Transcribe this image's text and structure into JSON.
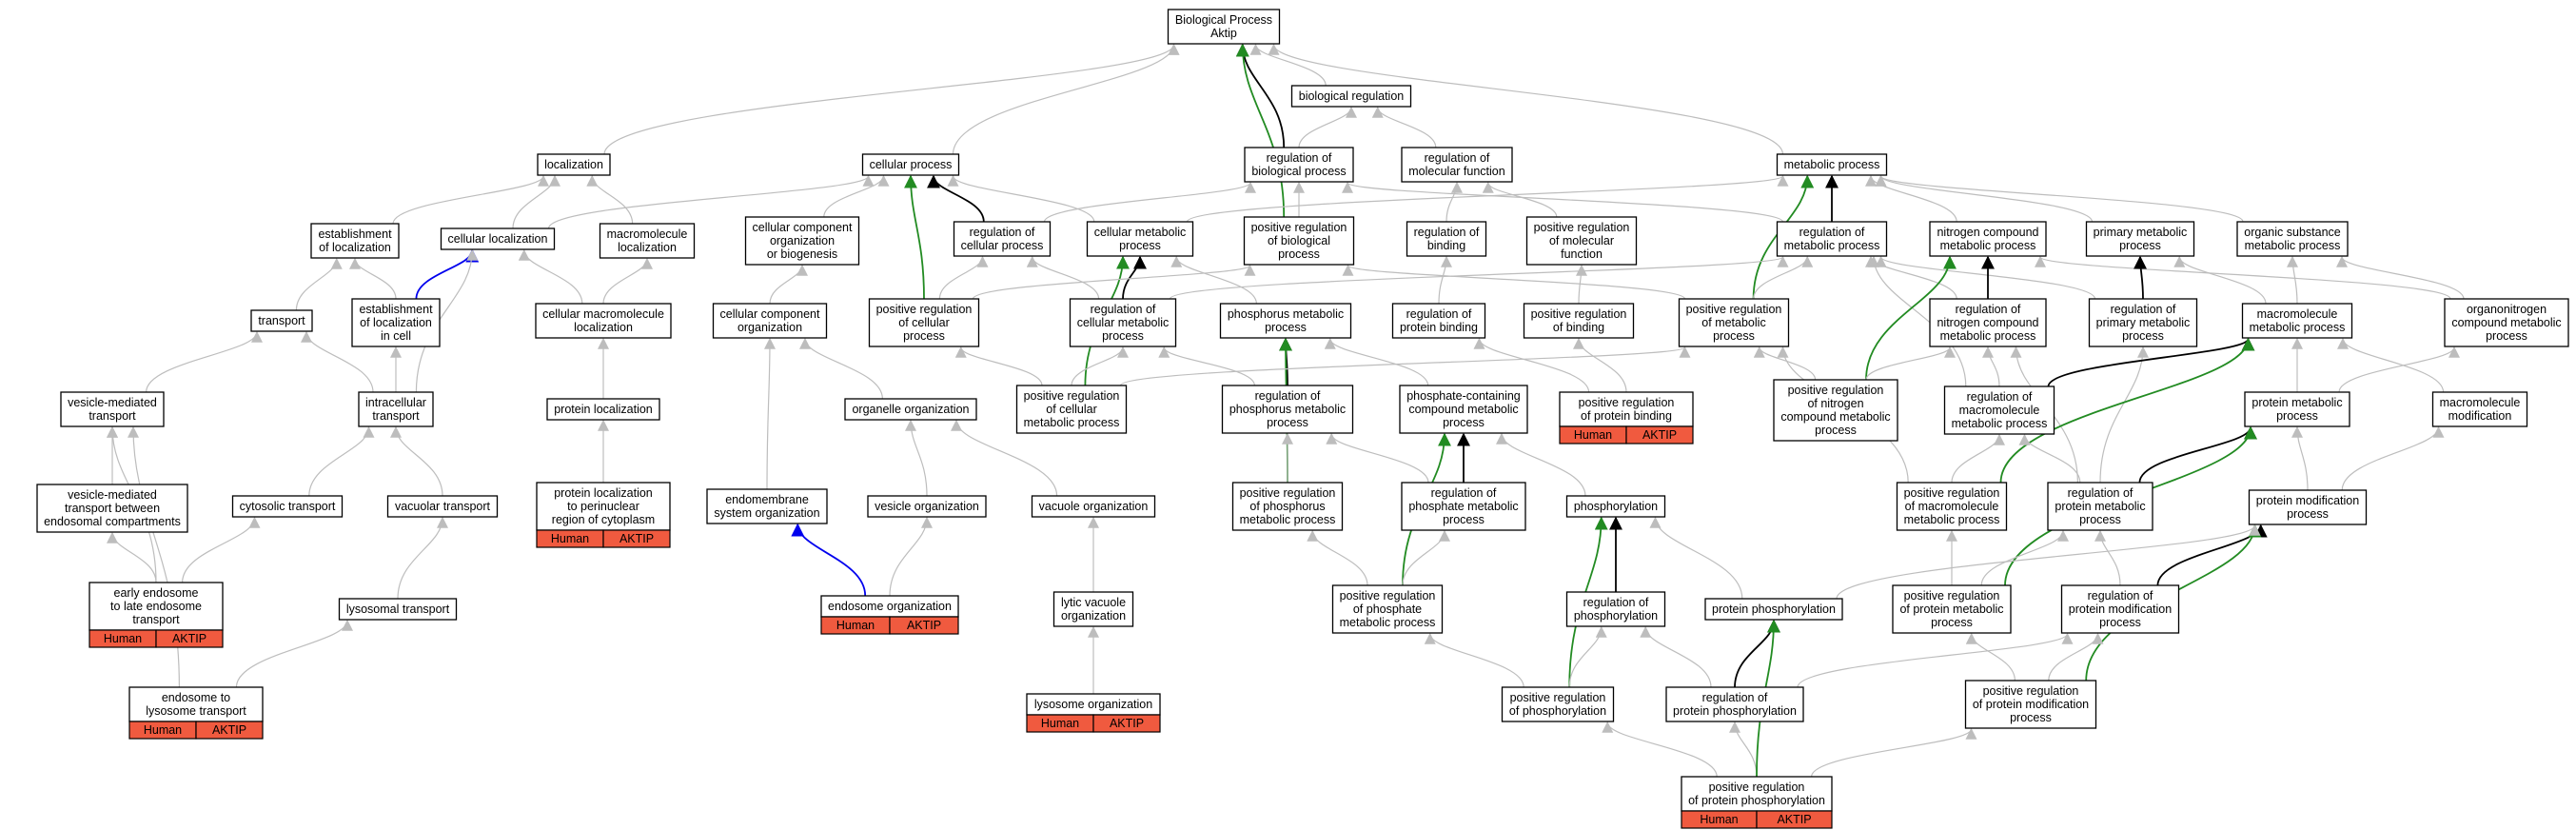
{
  "title": "Biological Process\nAktip",
  "colors": {
    "edge_default": "#bdbdbd",
    "edge_is_a": "#000000",
    "edge_positively_regulates": "#228b22",
    "edge_part_of": "#0000ee",
    "annotation_fill": "#f05a3f"
  },
  "nodes": [
    {
      "id": "root",
      "label": "Biological Process\nAktip"
    },
    {
      "id": "bioreg",
      "label": "biological regulation"
    },
    {
      "id": "loc",
      "label": "localization"
    },
    {
      "id": "cellproc",
      "label": "cellular process"
    },
    {
      "id": "regbio",
      "label": "regulation of\nbiological process"
    },
    {
      "id": "regmolfn",
      "label": "regulation of\nmolecular function"
    },
    {
      "id": "metab",
      "label": "metabolic process"
    },
    {
      "id": "estloc",
      "label": "establishment\nof localization"
    },
    {
      "id": "cellloc",
      "label": "cellular localization"
    },
    {
      "id": "macroloc",
      "label": "macromolecule\nlocalization"
    },
    {
      "id": "ccorg",
      "label": "cellular component\norganization\nor biogenesis"
    },
    {
      "id": "regcell",
      "label": "regulation of\ncellular process"
    },
    {
      "id": "cellmet",
      "label": "cellular metabolic\nprocess"
    },
    {
      "id": "posregbio",
      "label": "positive regulation\nof biological\nprocess"
    },
    {
      "id": "regbind",
      "label": "regulation of\nbinding"
    },
    {
      "id": "posregmol",
      "label": "positive regulation\nof molecular\nfunction"
    },
    {
      "id": "regmet",
      "label": "regulation of\nmetabolic process"
    },
    {
      "id": "nitro",
      "label": "nitrogen compound\nmetabolic process"
    },
    {
      "id": "primmet",
      "label": "primary metabolic\nprocess"
    },
    {
      "id": "orgsub",
      "label": "organic substance\nmetabolic process"
    },
    {
      "id": "transport",
      "label": "transport"
    },
    {
      "id": "estloccell",
      "label": "establishment\nof localization\nin cell"
    },
    {
      "id": "cellmacroloc",
      "label": "cellular macromolecule\nlocalization"
    },
    {
      "id": "ccorg2",
      "label": "cellular component\norganization"
    },
    {
      "id": "posregcell",
      "label": "positive regulation\nof cellular\nprocess"
    },
    {
      "id": "regcellmet",
      "label": "regulation of\ncellular metabolic\nprocess"
    },
    {
      "id": "phosmet",
      "label": "phosphorus metabolic\nprocess"
    },
    {
      "id": "regprotbind",
      "label": "regulation of\nprotein binding"
    },
    {
      "id": "posregbind",
      "label": "positive regulation\nof binding"
    },
    {
      "id": "posregmet",
      "label": "positive regulation\nof metabolic\nprocess"
    },
    {
      "id": "regnitro",
      "label": "regulation of\nnitrogen compound\nmetabolic process"
    },
    {
      "id": "regprim",
      "label": "regulation of\nprimary metabolic\nprocess"
    },
    {
      "id": "macromet",
      "label": "macromolecule\nmetabolic process"
    },
    {
      "id": "orgnitro",
      "label": "organonitrogen\ncompound metabolic\nprocess"
    },
    {
      "id": "vesmed",
      "label": "vesicle-mediated\ntransport"
    },
    {
      "id": "intracell",
      "label": "intracellular\ntransport"
    },
    {
      "id": "protloc",
      "label": "protein localization"
    },
    {
      "id": "organelle",
      "label": "organelle organization"
    },
    {
      "id": "posregcellmet",
      "label": "positive regulation\nof cellular\nmetabolic process"
    },
    {
      "id": "regphosmet",
      "label": "regulation of\nphosphorus metabolic\nprocess"
    },
    {
      "id": "phoscont",
      "label": "phosphate-containing\ncompound metabolic\nprocess"
    },
    {
      "id": "posregprotbind",
      "label": "positive regulation\nof protein binding",
      "annotations": [
        "Human",
        "AKTIP"
      ]
    },
    {
      "id": "posregnitro",
      "label": "positive regulation\nof nitrogen\ncompound metabolic\nprocess"
    },
    {
      "id": "regmacro",
      "label": "regulation of\nmacromolecule\nmetabolic process"
    },
    {
      "id": "protmet",
      "label": "protein metabolic\nprocess"
    },
    {
      "id": "macromod",
      "label": "macromolecule\nmodification"
    },
    {
      "id": "vesendo",
      "label": "vesicle-mediated\ntransport between\nendosomal compartments"
    },
    {
      "id": "cytotrans",
      "label": "cytosolic transport"
    },
    {
      "id": "vactrans",
      "label": "vacuolar transport"
    },
    {
      "id": "protlocperi",
      "label": "protein localization\nto perinuclear\nregion of cytoplasm",
      "annotations": [
        "Human",
        "AKTIP"
      ]
    },
    {
      "id": "endomem",
      "label": "endomembrane\nsystem organization"
    },
    {
      "id": "vesorg",
      "label": "vesicle organization"
    },
    {
      "id": "vacorg",
      "label": "vacuole organization"
    },
    {
      "id": "posregphosmet",
      "label": "positive regulation\nof phosphorus\nmetabolic process"
    },
    {
      "id": "regphosphmet",
      "label": "regulation of\nphosphate metabolic\nprocess"
    },
    {
      "id": "phosph",
      "label": "phosphorylation"
    },
    {
      "id": "posregmacro",
      "label": "positive regulation\nof macromolecule\nmetabolic process"
    },
    {
      "id": "regprotmet",
      "label": "regulation of\nprotein metabolic\nprocess"
    },
    {
      "id": "protmod",
      "label": "protein modification\nprocess"
    },
    {
      "id": "earlyendo",
      "label": "early endosome\nto late endosome\ntransport",
      "annotations": [
        "Human",
        "AKTIP"
      ]
    },
    {
      "id": "endoorg",
      "label": "endosome organization",
      "annotations": [
        "Human",
        "AKTIP"
      ]
    },
    {
      "id": "lytvac",
      "label": "lytic vacuole\norganization"
    },
    {
      "id": "lystrans",
      "label": "lysosomal transport"
    },
    {
      "id": "posregphosphmet",
      "label": "positive regulation\nof phosphate\nmetabolic process"
    },
    {
      "id": "regphosph",
      "label": "regulation of\nphosphorylation"
    },
    {
      "id": "protphos",
      "label": "protein phosphorylation"
    },
    {
      "id": "posregprotmet",
      "label": "positive regulation\nof protein metabolic\nprocess"
    },
    {
      "id": "regprotmod",
      "label": "regulation of\nprotein modification\nprocess"
    },
    {
      "id": "endolys",
      "label": "endosome to\nlysosome transport",
      "annotations": [
        "Human",
        "AKTIP"
      ]
    },
    {
      "id": "lysorg",
      "label": "lysosome organization",
      "annotations": [
        "Human",
        "AKTIP"
      ]
    },
    {
      "id": "posregphosph",
      "label": "positive regulation\nof phosphorylation"
    },
    {
      "id": "regprotphos",
      "label": "regulation of\nprotein phosphorylation"
    },
    {
      "id": "posregprotmod",
      "label": "positive regulation\nof protein modification\nprocess"
    },
    {
      "id": "posregprotphos",
      "label": "positive regulation\nof protein phosphorylation",
      "annotations": [
        "Human",
        "AKTIP"
      ]
    }
  ],
  "edges": [
    [
      "bioreg",
      "root",
      "default"
    ],
    [
      "loc",
      "root",
      "default"
    ],
    [
      "cellproc",
      "root",
      "default"
    ],
    [
      "regbio",
      "root",
      "is_a"
    ],
    [
      "metab",
      "root",
      "default"
    ],
    [
      "posregbio",
      "root",
      "positively_regulates"
    ],
    [
      "regbio",
      "bioreg",
      "default"
    ],
    [
      "regmolfn",
      "bioreg",
      "default"
    ],
    [
      "estloc",
      "loc",
      "default"
    ],
    [
      "cellloc",
      "loc",
      "default"
    ],
    [
      "macroloc",
      "loc",
      "default"
    ],
    [
      "ccorg",
      "cellproc",
      "default"
    ],
    [
      "regcell",
      "cellproc",
      "is_a"
    ],
    [
      "cellmet",
      "cellproc",
      "default"
    ],
    [
      "posregcell",
      "cellproc",
      "positively_regulates"
    ],
    [
      "cellloc",
      "cellproc",
      "default"
    ],
    [
      "regcell",
      "regbio",
      "default"
    ],
    [
      "posregbio",
      "regbio",
      "default"
    ],
    [
      "regmet",
      "regbio",
      "default"
    ],
    [
      "regbind",
      "regmolfn",
      "default"
    ],
    [
      "posregmol",
      "regmolfn",
      "default"
    ],
    [
      "regmet",
      "metab",
      "is_a"
    ],
    [
      "nitro",
      "metab",
      "default"
    ],
    [
      "primmet",
      "metab",
      "default"
    ],
    [
      "orgsub",
      "metab",
      "default"
    ],
    [
      "posregmet",
      "metab",
      "positively_regulates"
    ],
    [
      "cellmet",
      "metab",
      "default"
    ],
    [
      "transport",
      "estloc",
      "default"
    ],
    [
      "estloccell",
      "estloc",
      "default"
    ],
    [
      "estloccell",
      "cellloc",
      "part_of"
    ],
    [
      "cellmacroloc",
      "cellloc",
      "default"
    ],
    [
      "intracell",
      "cellloc",
      "default"
    ],
    [
      "cellmacroloc",
      "macroloc",
      "default"
    ],
    [
      "ccorg2",
      "ccorg",
      "default"
    ],
    [
      "posregcell",
      "regcell",
      "default"
    ],
    [
      "regcellmet",
      "regcell",
      "default"
    ],
    [
      "regcellmet",
      "cellmet",
      "is_a"
    ],
    [
      "phosmet",
      "cellmet",
      "default"
    ],
    [
      "posregcellmet",
      "cellmet",
      "positively_regulates"
    ],
    [
      "posregcell",
      "posregbio",
      "default"
    ],
    [
      "posregmet",
      "posregbio",
      "default"
    ],
    [
      "regprotbind",
      "regbind",
      "default"
    ],
    [
      "posregbind",
      "posregmol",
      "default"
    ],
    [
      "regcellmet",
      "regmet",
      "default"
    ],
    [
      "posregmet",
      "regmet",
      "default"
    ],
    [
      "regnitro",
      "regmet",
      "default"
    ],
    [
      "regprim",
      "regmet",
      "default"
    ],
    [
      "regmacro",
      "regmet",
      "default"
    ],
    [
      "regnitro",
      "nitro",
      "is_a"
    ],
    [
      "posregnitro",
      "nitro",
      "positively_regulates"
    ],
    [
      "orgnitro",
      "nitro",
      "default"
    ],
    [
      "regprim",
      "primmet",
      "is_a"
    ],
    [
      "macromet",
      "primmet",
      "default"
    ],
    [
      "orgnitro",
      "orgsub",
      "default"
    ],
    [
      "macromet",
      "orgsub",
      "default"
    ],
    [
      "vesmed",
      "transport",
      "default"
    ],
    [
      "intracell",
      "transport",
      "default"
    ],
    [
      "intracell",
      "estloccell",
      "default"
    ],
    [
      "protloc",
      "cellmacroloc",
      "default"
    ],
    [
      "organelle",
      "ccorg2",
      "default"
    ],
    [
      "endomem",
      "ccorg2",
      "default"
    ],
    [
      "posregcellmet",
      "posregcell",
      "default"
    ],
    [
      "posregcellmet",
      "regcellmet",
      "default"
    ],
    [
      "regphosmet",
      "regcellmet",
      "default"
    ],
    [
      "regphosmet",
      "phosmet",
      "is_a"
    ],
    [
      "phoscont",
      "phosmet",
      "default"
    ],
    [
      "posregphosmet",
      "phosmet",
      "positively_regulates"
    ],
    [
      "posregprotbind",
      "regprotbind",
      "default"
    ],
    [
      "posregprotbind",
      "posregbind",
      "default"
    ],
    [
      "posregcellmet",
      "posregmet",
      "default"
    ],
    [
      "posregnitro",
      "posregmet",
      "default"
    ],
    [
      "posregmacro",
      "posregmet",
      "default"
    ],
    [
      "posregnitro",
      "regnitro",
      "default"
    ],
    [
      "regmacro",
      "regnitro",
      "default"
    ],
    [
      "regprotmet",
      "regnitro",
      "default"
    ],
    [
      "regprotmet",
      "regprim",
      "default"
    ],
    [
      "regmacro",
      "macromet",
      "is_a"
    ],
    [
      "protmet",
      "macromet",
      "default"
    ],
    [
      "posregmacro",
      "macromet",
      "positively_regulates"
    ],
    [
      "macromod",
      "macromet",
      "default"
    ],
    [
      "protmet",
      "orgnitro",
      "default"
    ],
    [
      "vesendo",
      "vesmed",
      "default"
    ],
    [
      "earlyendo",
      "vesmed",
      "default"
    ],
    [
      "cytotrans",
      "intracell",
      "default"
    ],
    [
      "vactrans",
      "intracell",
      "default"
    ],
    [
      "protlocperi",
      "protloc",
      "default"
    ],
    [
      "vesorg",
      "organelle",
      "default"
    ],
    [
      "vacorg",
      "organelle",
      "default"
    ],
    [
      "endoorg",
      "endomem",
      "part_of"
    ],
    [
      "posregphosmet",
      "regphosmet",
      "default"
    ],
    [
      "regphosphmet",
      "regphosmet",
      "default"
    ],
    [
      "regphosphmet",
      "phoscont",
      "is_a"
    ],
    [
      "phosph",
      "phoscont",
      "default"
    ],
    [
      "posregphosphmet",
      "phoscont",
      "positively_regulates"
    ],
    [
      "posregmacro",
      "regmacro",
      "default"
    ],
    [
      "regprotmet",
      "regmacro",
      "default"
    ],
    [
      "regprotmet",
      "protmet",
      "is_a"
    ],
    [
      "protmod",
      "protmet",
      "default"
    ],
    [
      "posregprotmet",
      "protmet",
      "positively_regulates"
    ],
    [
      "protmod",
      "macromod",
      "default"
    ],
    [
      "earlyendo",
      "vesendo",
      "default"
    ],
    [
      "earlyendo",
      "cytotrans",
      "default"
    ],
    [
      "lystrans",
      "vactrans",
      "default"
    ],
    [
      "endoorg",
      "vesorg",
      "default"
    ],
    [
      "lytvac",
      "vacorg",
      "default"
    ],
    [
      "posregphosphmet",
      "posregphosmet",
      "default"
    ],
    [
      "posregphosphmet",
      "regphosphmet",
      "default"
    ],
    [
      "regphosph",
      "phosph",
      "is_a"
    ],
    [
      "posregphosph",
      "phosph",
      "positively_regulates"
    ],
    [
      "protphos",
      "phosph",
      "default"
    ],
    [
      "posregprotmet",
      "posregmacro",
      "default"
    ],
    [
      "posregprotmet",
      "regprotmet",
      "default"
    ],
    [
      "regprotmod",
      "regprotmet",
      "default"
    ],
    [
      "regprotmod",
      "protmod",
      "is_a"
    ],
    [
      "posregprotmod",
      "protmod",
      "positively_regulates"
    ],
    [
      "protphos",
      "protmod",
      "default"
    ],
    [
      "lysorg",
      "lytvac",
      "default"
    ],
    [
      "endolys",
      "lystrans",
      "default"
    ],
    [
      "endolys",
      "vesmed",
      "default"
    ],
    [
      "posregphosph",
      "posregphosphmet",
      "default"
    ],
    [
      "posregphosph",
      "regphosph",
      "default"
    ],
    [
      "regprotphos",
      "protphos",
      "is_a"
    ],
    [
      "regprotphos",
      "regphosph",
      "default"
    ],
    [
      "regprotphos",
      "regprotmod",
      "default"
    ],
    [
      "posregprotmod",
      "posregprotmet",
      "default"
    ],
    [
      "posregprotmod",
      "regprotmod",
      "default"
    ],
    [
      "posregprotphos",
      "regprotphos",
      "default"
    ],
    [
      "posregprotphos",
      "posregphosph",
      "default"
    ],
    [
      "posregprotphos",
      "posregprotmod",
      "default"
    ],
    [
      "posregprotphos",
      "protphos",
      "positively_regulates"
    ]
  ]
}
